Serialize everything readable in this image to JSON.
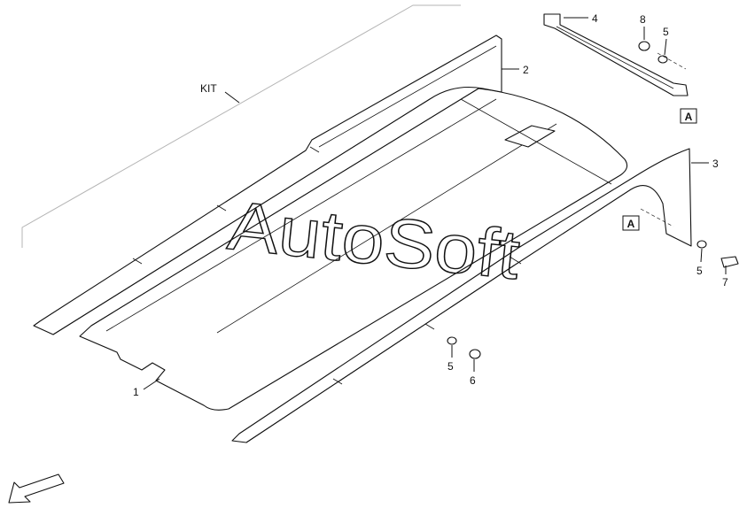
{
  "kit_label": "KIT",
  "watermark": "AutoSoft",
  "callouts": {
    "p1": "1",
    "p2": "2",
    "p3": "3",
    "p4": "4",
    "p5a": "5",
    "p5b": "5",
    "p5c": "5",
    "p6": "6",
    "p7": "7",
    "p8": "8"
  },
  "detail_refs": {
    "top_right": "A",
    "middle": "A"
  },
  "colors": {
    "line": "#111111",
    "kit_outline": "#b5b5b5",
    "background": "#ffffff"
  },
  "icons": {
    "direction": "arrow-down-left-icon"
  }
}
